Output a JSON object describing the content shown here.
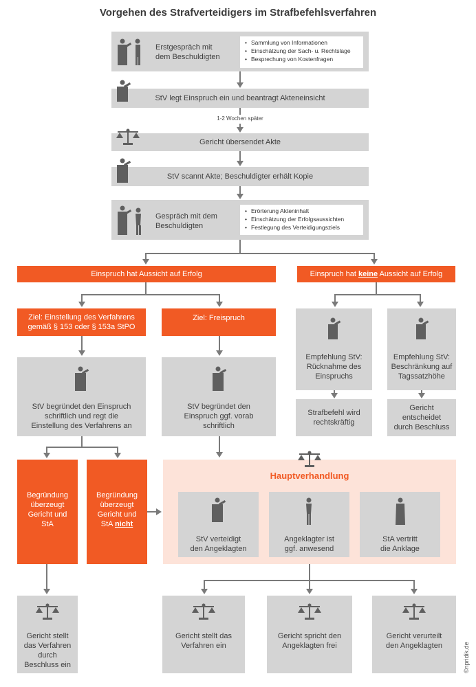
{
  "title": "Vorgehen des Strafverteidigers im Strafbefehlsverfahren",
  "steps": {
    "s1": {
      "label": "Erstgespräch mit dem Beschuldigten",
      "line1": "Erstgespräch mit",
      "line2": "dem Beschuldigten",
      "notes": [
        "Sammlung von Informationen",
        "Einschätzung der Sach- u. Rechtslage",
        "Besprechung von Kostenfragen"
      ]
    },
    "s2": {
      "label": "StV legt Einspruch ein und beantragt Akteneinsicht"
    },
    "wait": "1-2 Wochen später",
    "s3": {
      "label": "Gericht übersendet Akte"
    },
    "s4": {
      "label": "StV scannt Akte; Beschuldigter erhält Kopie"
    },
    "s5": {
      "line1": "Gespräch mit dem",
      "line2": "Beschuldigten",
      "notes": [
        "Erörterung Akteninhalt",
        "Einschätzung der Erfolgsaussichten",
        "Festlegung des Verteidigungsziels"
      ]
    }
  },
  "branch": {
    "success": "Einspruch hat Aussicht auf Erfolg",
    "fail_pre": "Einspruch hat ",
    "fail_em": "keine",
    "fail_post": " Aussicht auf Erfolg"
  },
  "goals": {
    "g1_line1": "Ziel: Einstellung des Verfahrens",
    "g1_line2": "gemäß § 153 oder § 153a StPO",
    "g2": "Ziel: Freispruch"
  },
  "recommend": {
    "r1": [
      "Empfehlung StV:",
      "Rücknahme des",
      "Einspruchs"
    ],
    "r2": [
      "Empfehlung StV:",
      "Beschränkung auf",
      "Tagssatzhöhe"
    ],
    "o1": [
      "Strafbefehl wird",
      "rechtskräftig"
    ],
    "o2": [
      "Gericht",
      "entscheidet",
      "durch Beschluss"
    ]
  },
  "justify": {
    "j1": [
      "StV begründet den Einspruch",
      "schriftlich und regt die",
      "Einstellung des Verfahrens an"
    ],
    "j2": [
      "StV begründet den",
      "Einspruch ggf. vorab",
      "schriftlich"
    ]
  },
  "convince": {
    "yes": [
      "Begründung",
      "überzeugt",
      "Gericht und",
      "StA"
    ],
    "no": [
      "Begründung",
      "überzeugt",
      "Gericht und"
    ],
    "no_last_pre": "StA ",
    "no_last_em": "nicht"
  },
  "trial": {
    "title": "Hauptverhandlung",
    "p1": [
      "StV verteidigt",
      "den Angeklagten"
    ],
    "p2": [
      "Angeklagter ist",
      "ggf. anwesend"
    ],
    "p3": [
      "StA vertritt",
      "die Anklage"
    ]
  },
  "outcomes": {
    "o1": [
      "Gericht stellt",
      "das Verfahren",
      "durch",
      "Beschluss ein"
    ],
    "o2": [
      "Gericht stellt das",
      "Verfahren ein"
    ],
    "o3": [
      "Gericht spricht den",
      "Angeklagten frei"
    ],
    "o4": [
      "Gericht verurteilt",
      "den Angeklagten"
    ]
  },
  "credit": "©npridik.de",
  "colors": {
    "accent": "#f15a24",
    "box": "#d4d4d4",
    "trial_bg": "#fde3d9",
    "line": "#7a7a7a",
    "icon": "#5f5f5f"
  },
  "icons": [
    "lawyer-client-icon",
    "lawyer-podium-icon",
    "scales-icon",
    "defendant-icon",
    "prosecutor-icon"
  ]
}
